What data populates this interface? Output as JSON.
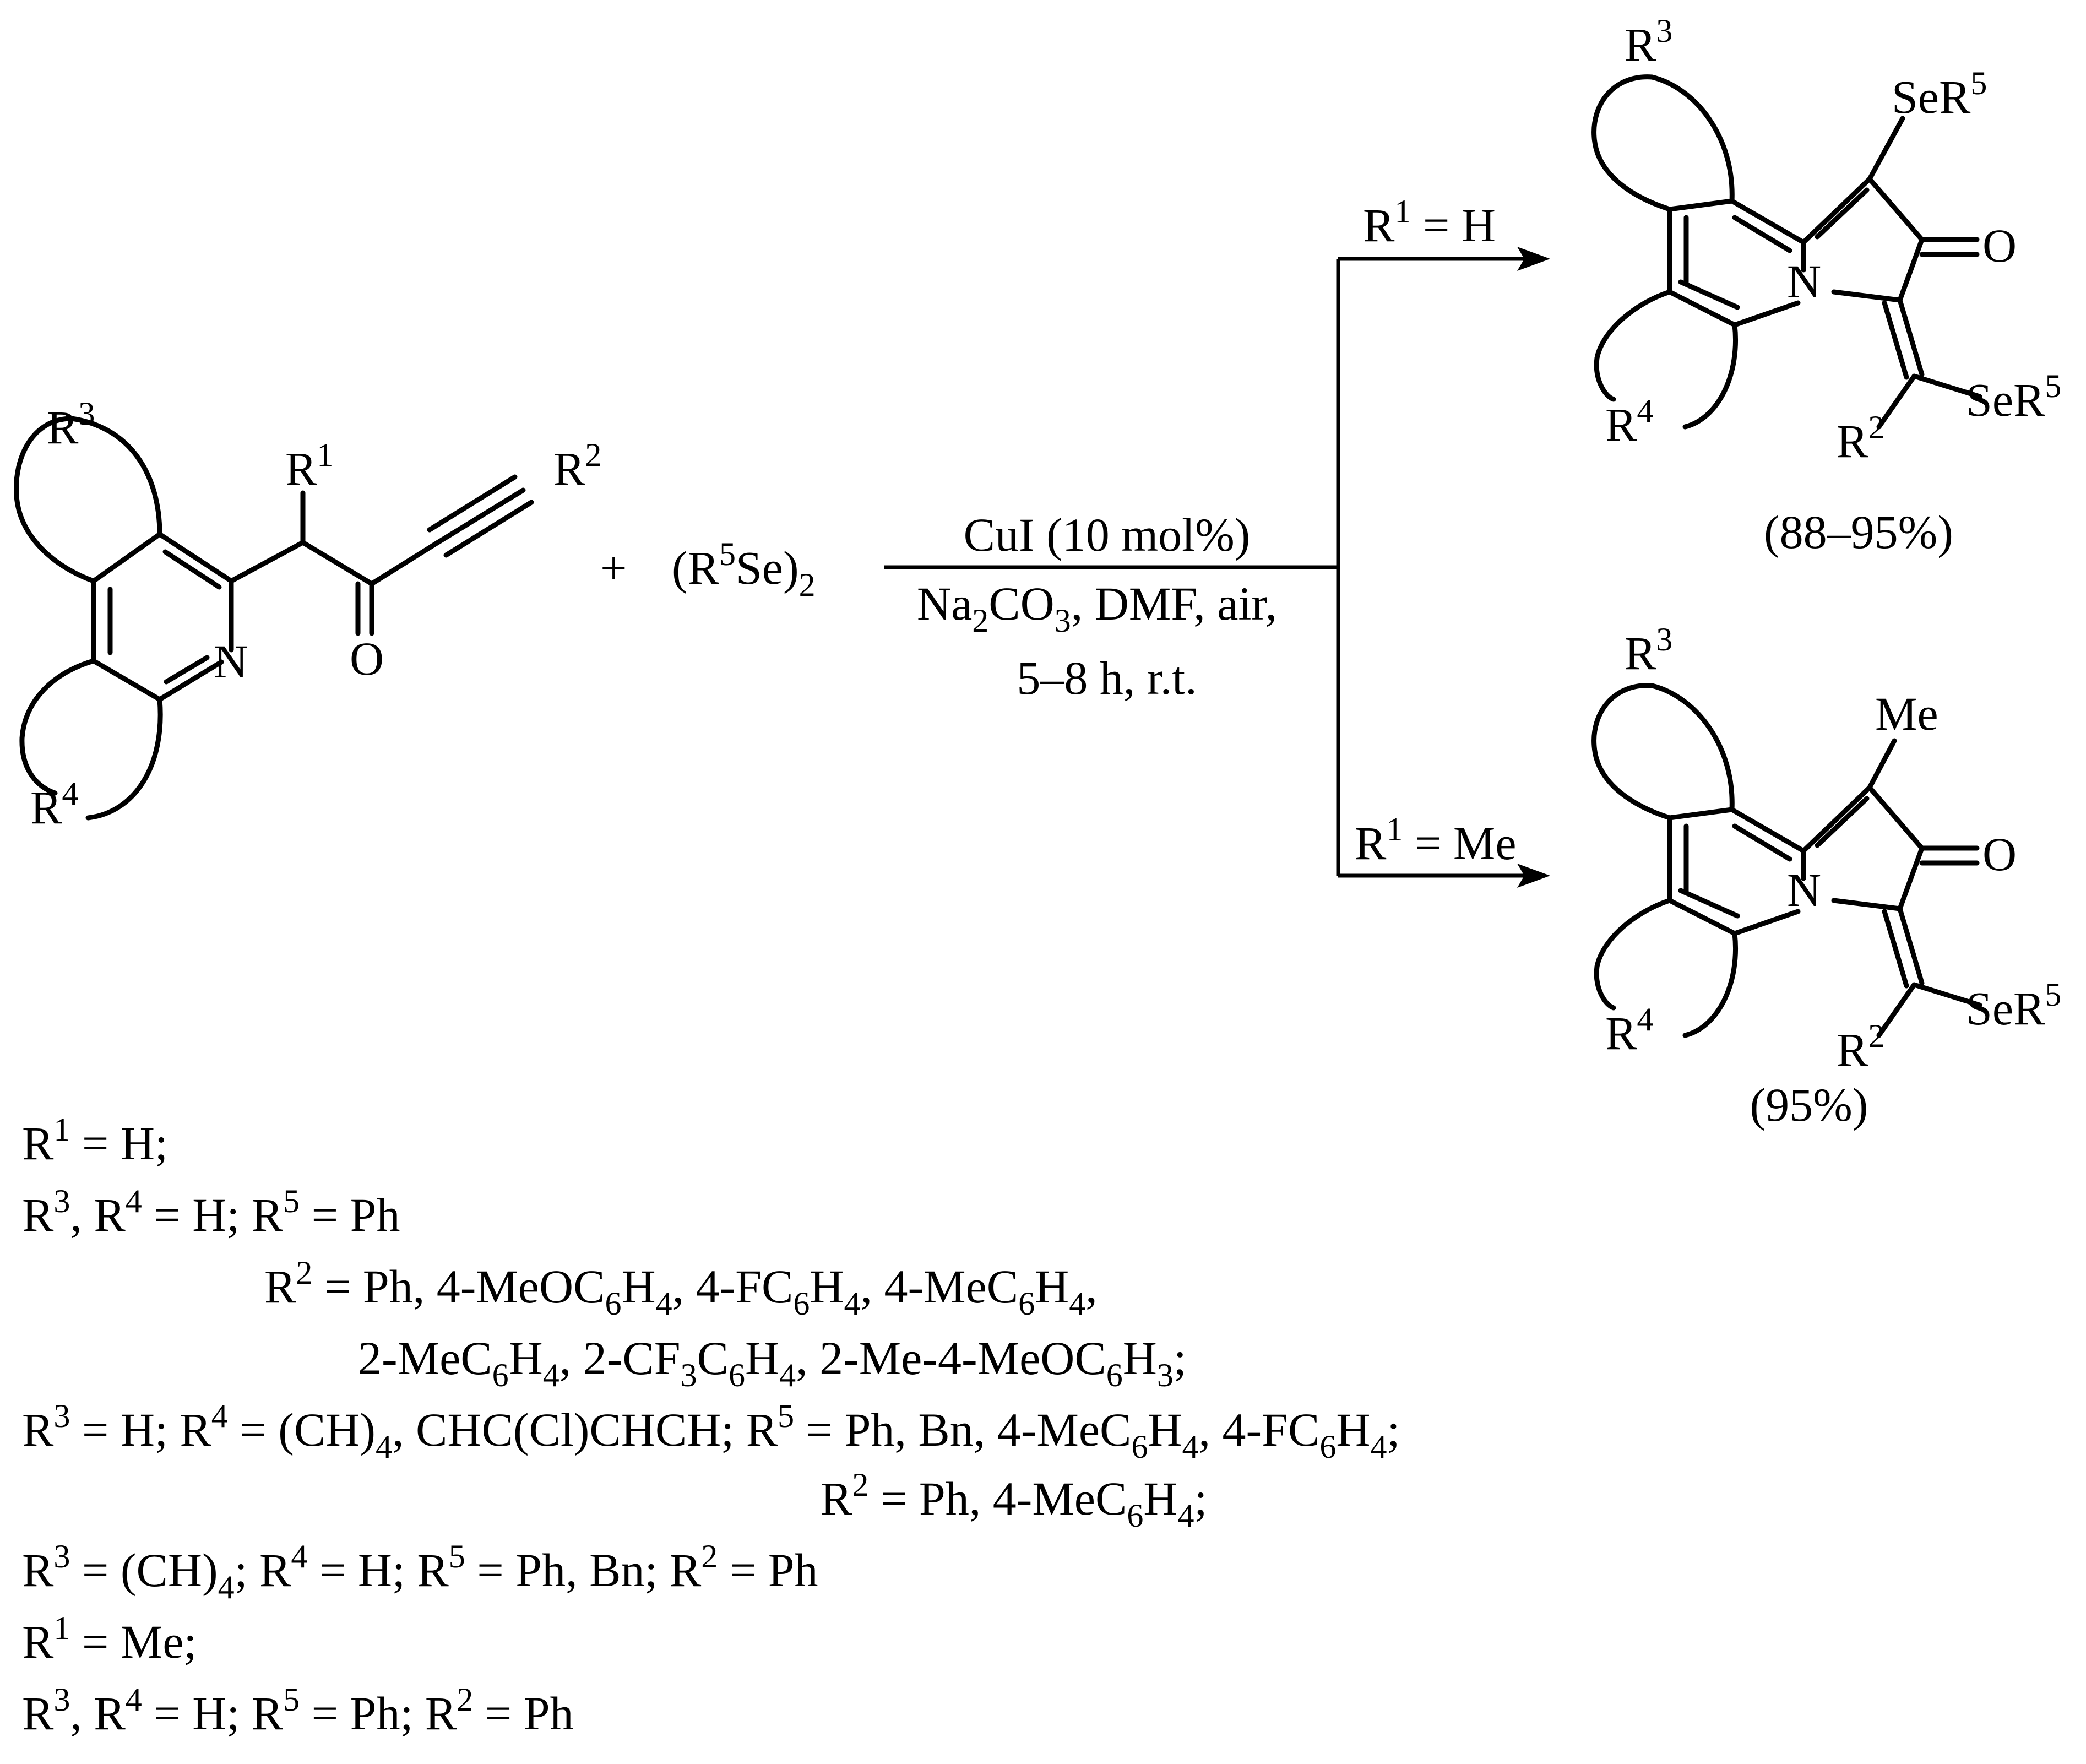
{
  "reactant": {
    "r1": "R",
    "r1_idx": "1",
    "r2": "R",
    "r2_idx": "2",
    "r3": "R",
    "r3_idx": "3",
    "r4": "R",
    "r4_idx": "4",
    "n": "N",
    "o": "O"
  },
  "plus": "+",
  "reagent": {
    "open": "(R",
    "idx": "5",
    "mid": "Se)",
    "sub": "2"
  },
  "conditions": {
    "line1": "CuI (10 mol%)",
    "line2": {
      "a": "Na",
      "a_sub": "2",
      "b": "CO",
      "b_sub": "3",
      "c": ", DMF, air,"
    },
    "line3": "5–8 h, r.t."
  },
  "branch_top": {
    "lhs": "R",
    "idx": "1",
    "rhs": " = H"
  },
  "branch_bottom": {
    "lhs": "R",
    "idx": "1",
    "rhs": " = Me"
  },
  "product_top": {
    "r3": "R",
    "r3_idx": "3",
    "r4": "R",
    "r4_idx": "4",
    "r2": "R",
    "r2_idx": "2",
    "se1": "SeR",
    "se1_idx": "5",
    "se2": "SeR",
    "se2_idx": "5",
    "n": "N",
    "o": "O",
    "yield": "(88–95%)"
  },
  "product_bottom": {
    "r3": "R",
    "r3_idx": "3",
    "r4": "R",
    "r4_idx": "4",
    "r2": "R",
    "r2_idx": "2",
    "me": "Me",
    "se": "SeR",
    "se_idx": "5",
    "n": "N",
    "o": "O",
    "yield": "(95%)"
  },
  "notes": {
    "l1": {
      "a": "R",
      "a_sup": "1",
      "b": " = H;"
    },
    "l2": {
      "a": "R",
      "a_sup": "3",
      "b": ", R",
      "b_sup": "4",
      "c": " = H; R",
      "c_sup": "5",
      "d": " = Ph"
    },
    "l3": {
      "a": "R",
      "a_sup": "2",
      "b": " = Ph, 4-MeOC",
      "b_sub": "6",
      "c": "H",
      "c_sub": "4",
      "d": ", 4-FC",
      "d_sub": "6",
      "e": "H",
      "e_sub": "4",
      "f": ", 4-MeC",
      "f_sub": "6",
      "g": "H",
      "g_sub": "4",
      "h": ","
    },
    "l4": {
      "a": "2-MeC",
      "a_sub": "6",
      "b": "H",
      "b_sub": "4",
      "c": ", 2-CF",
      "c_sub": "3",
      "d": "C",
      "d_sub": "6",
      "e": "H",
      "e_sub": "4",
      "f": ", 2-Me-4-MeOC",
      "f_sub": "6",
      "g": "H",
      "g_sub": "3",
      "h": ";"
    },
    "l5": {
      "a": "R",
      "a_sup": "3",
      "b": " = H; R",
      "b_sup": "4",
      "c": " = (CH)",
      "c_sub": "4",
      "d": ", CHC(Cl)CHCH; R",
      "d_sup": "5",
      "e": " = Ph, Bn, 4-MeC",
      "e_sub": "6",
      "f": "H",
      "f_sub": "4",
      "g": ", 4-FC",
      "g_sub": "6",
      "h": "H",
      "h_sub": "4",
      "i": ";"
    },
    "l6": {
      "a": "R",
      "a_sup": "2",
      "b": " = Ph, 4-MeC",
      "b_sub": "6",
      "c": "H",
      "c_sub": "4",
      "d": ";"
    },
    "l7": {
      "a": "R",
      "a_sup": "3",
      "b": " = (CH)",
      "b_sub": "4",
      "c": "; R",
      "c_sup": "4",
      "d": " = H; R",
      "d_sup": "5",
      "e": " = Ph, Bn; R",
      "e_sup": "2",
      "f": " = Ph"
    },
    "l8": {
      "a": "R",
      "a_sup": "1",
      "b": " = Me;"
    },
    "l9": {
      "a": "R",
      "a_sup": "3",
      "b": ", R",
      "b_sup": "4",
      "c": " = H; R",
      "c_sup": "5",
      "d": " = Ph; R",
      "d_sup": "2",
      "e": " = Ph"
    }
  }
}
